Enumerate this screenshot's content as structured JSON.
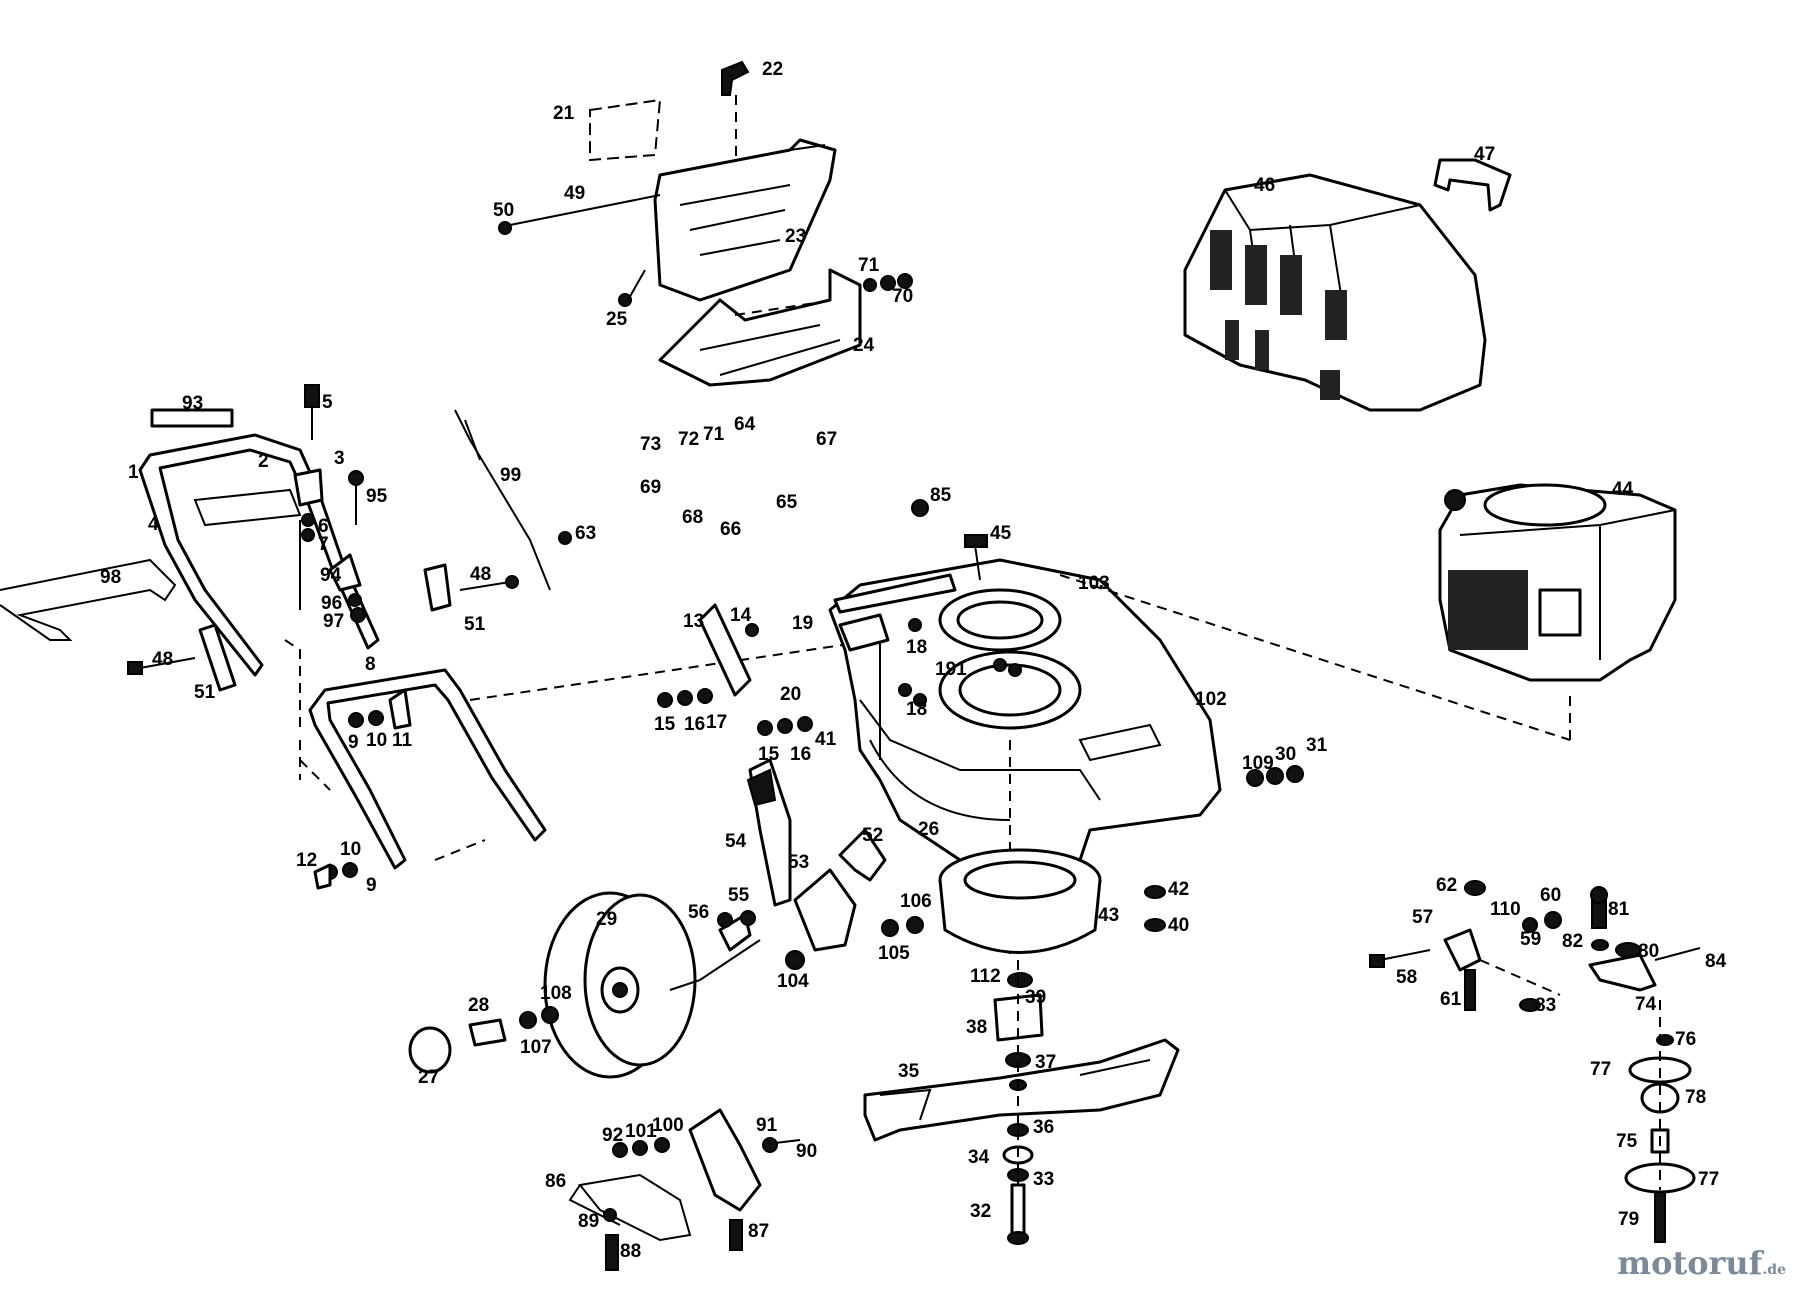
{
  "brand": {
    "name": "motoruf",
    "suffix": ".de"
  },
  "labels": [
    "22",
    "21",
    "49",
    "50",
    "23",
    "25",
    "71",
    "70",
    "24",
    "47",
    "46",
    "93",
    "5",
    "1",
    "2",
    "3",
    "4",
    "95",
    "6",
    "7",
    "94",
    "96",
    "97",
    "98",
    "48",
    "51",
    "48",
    "51",
    "99",
    "63",
    "73",
    "72",
    "71",
    "64",
    "67",
    "69",
    "68",
    "66",
    "65",
    "85",
    "45",
    "44",
    "103",
    "13",
    "14",
    "19",
    "18",
    "191",
    "20",
    "102",
    "15",
    "16",
    "17",
    "15",
    "16",
    "41",
    "18",
    "8",
    "9",
    "10",
    "11",
    "12",
    "10",
    "9",
    "54",
    "52",
    "53",
    "55",
    "56",
    "26",
    "29",
    "106",
    "105",
    "104",
    "43",
    "42",
    "40",
    "109",
    "30",
    "31",
    "28",
    "108",
    "107",
    "27",
    "112",
    "39",
    "38",
    "37",
    "36",
    "35",
    "34",
    "33",
    "32",
    "92",
    "101",
    "100",
    "91",
    "90",
    "86",
    "89",
    "88",
    "87",
    "62",
    "57",
    "110",
    "60",
    "59",
    "81",
    "82",
    "80",
    "84",
    "58",
    "61",
    "83",
    "74",
    "76",
    "77",
    "78",
    "75",
    "77",
    "79"
  ]
}
